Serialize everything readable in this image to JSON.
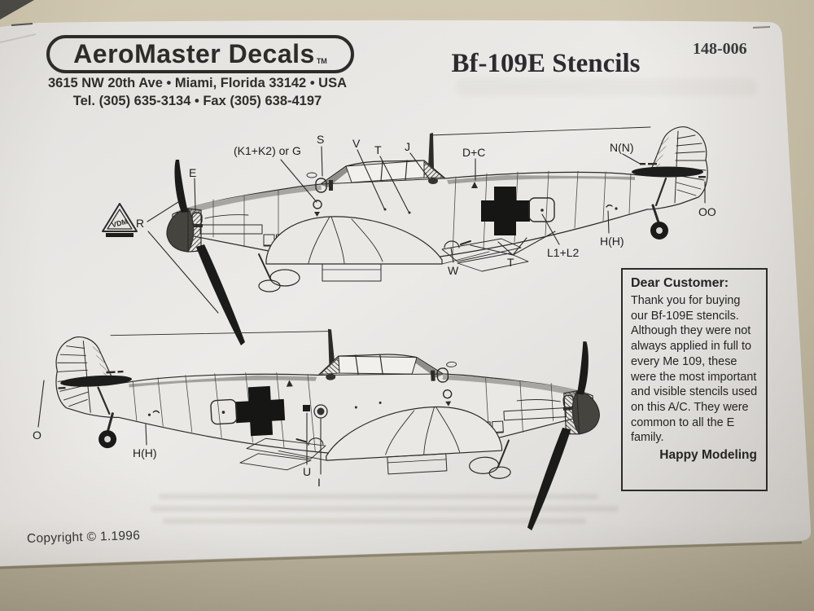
{
  "colors": {
    "desk": "#c9c0a8",
    "paper": "#e9e7e4",
    "ink": "#2b2b28"
  },
  "header": {
    "logo_text": "AeroMaster Decals",
    "logo_trademark": "TM",
    "address_line1": "3615 NW 20th Ave • Miami, Florida 33142 • USA",
    "address_line2": "Tel. (305) 635-3134 • Fax (305) 638-4197",
    "title": "Bf-109E Stencils",
    "product_number": "148-006"
  },
  "customer_note": {
    "heading": "Dear Customer:",
    "body": "Thank you for buying our Bf-109E stencils. Although they were not always applied in full to every Me 109, these were the most important and visible stencils used on this A/C. They were common to all the E family.",
    "signoff": "Happy Modeling"
  },
  "footer": {
    "copyright": "Copyright © 1.1996"
  },
  "diagram": {
    "propeller_logo": "VDM",
    "upper_view_labels": [
      {
        "text": "(K1+K2) or G"
      },
      {
        "text": "S"
      },
      {
        "text": "V"
      },
      {
        "text": "T"
      },
      {
        "text": "J"
      },
      {
        "text": "D+C"
      },
      {
        "text": "N(N)"
      },
      {
        "text": "E"
      },
      {
        "text": "R"
      },
      {
        "text": "H(H)"
      },
      {
        "text": "L1+L2"
      },
      {
        "text": "T"
      },
      {
        "text": "W"
      },
      {
        "text": "OO"
      }
    ],
    "lower_view_labels": [
      {
        "text": "O"
      },
      {
        "text": "H(H)"
      },
      {
        "text": "U"
      },
      {
        "text": "I"
      }
    ]
  }
}
